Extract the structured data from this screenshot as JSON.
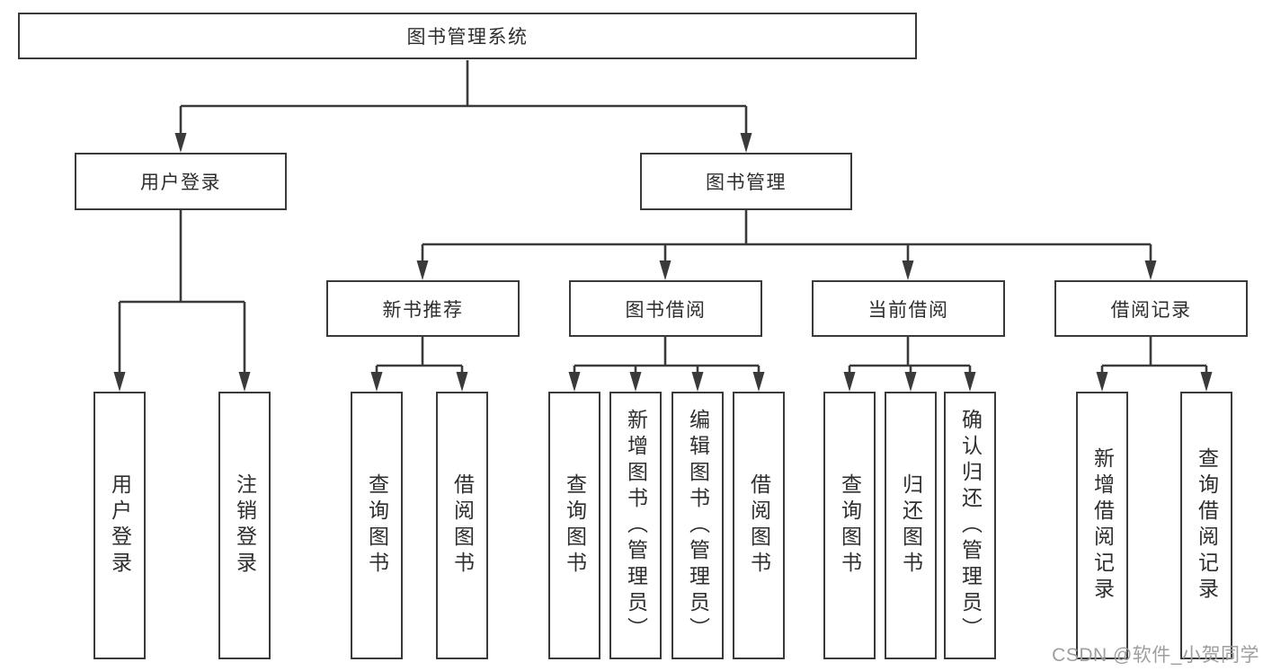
{
  "diagram": {
    "root": "图书管理系统",
    "level2": {
      "user_login": "用户登录",
      "book_mgmt": "图书管理"
    },
    "level3": {
      "new_book_rec": "新书推荐",
      "book_borrow": "图书借阅",
      "current_borrow": "当前借阅",
      "borrow_records": "借阅记录"
    },
    "level4": {
      "user_login": "用户登录",
      "logout": "注销登录",
      "query_books_1": "查询图书",
      "borrow_books_1": "借阅图书",
      "query_books_2": "查询图书",
      "add_books": "新增图书（管理员）",
      "edit_books": "编辑图书（管理员）",
      "borrow_books_2": "借阅图书",
      "query_books_3": "查询图书",
      "return_books": "归还图书",
      "confirm_return": "确认归还（管理员）",
      "add_borrow_record": "新增借阅记录",
      "query_borrow_record": "查询借阅记录"
    },
    "watermark": "CSDN @软件_小贺同学",
    "colors": {
      "line": "#3a3a3a",
      "text": "#2e2e2e",
      "watermark": "#9e9e9e",
      "background": "#ffffff"
    }
  }
}
